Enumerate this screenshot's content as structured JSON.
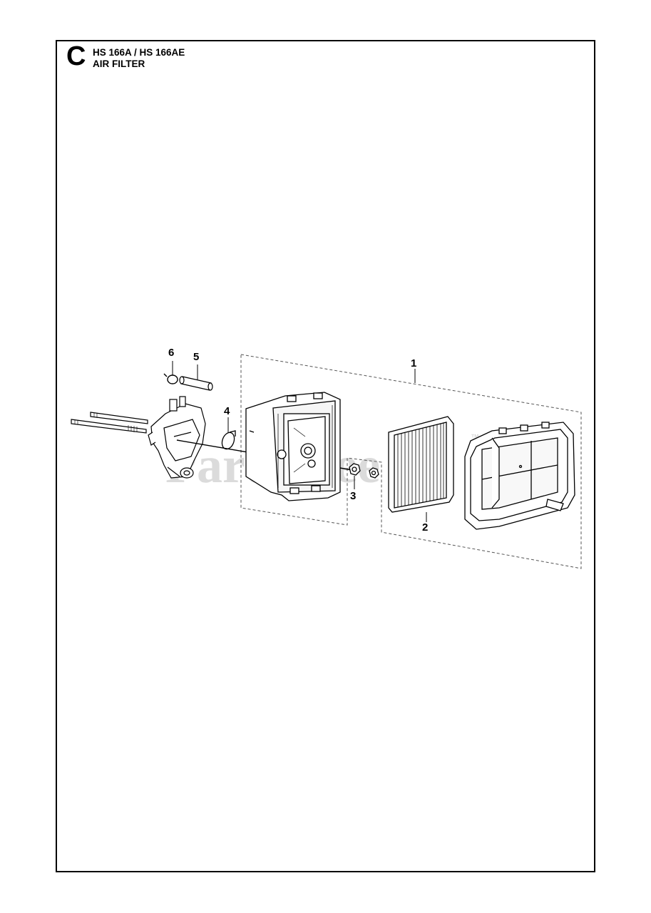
{
  "header": {
    "section_letter": "C",
    "model_line": "HS 166A / HS 166AE",
    "subtitle": "AIR FILTER"
  },
  "callouts": [
    {
      "id": "1",
      "label": "1"
    },
    {
      "id": "2",
      "label": "2"
    },
    {
      "id": "3",
      "label": "3"
    },
    {
      "id": "4",
      "label": "4"
    },
    {
      "id": "5",
      "label": "5"
    },
    {
      "id": "6",
      "label": "6"
    }
  ],
  "watermark": {
    "text": "PartsTree",
    "mark": "™"
  }
}
